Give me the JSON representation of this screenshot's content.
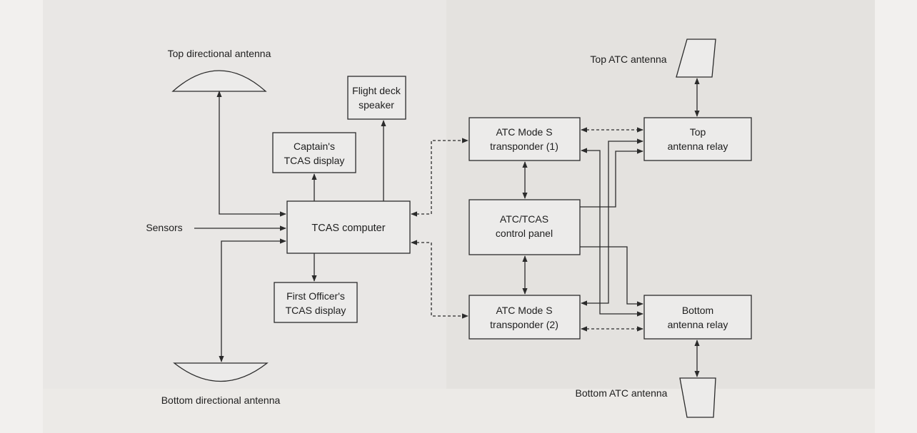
{
  "labels": {
    "top_directional_antenna": "Top directional antenna",
    "bottom_directional_antenna": "Bottom directional antenna",
    "sensors": "Sensors",
    "top_atc_antenna": "Top ATC antenna",
    "bottom_atc_antenna": "Bottom ATC antenna"
  },
  "boxes": {
    "flight_deck_speaker": [
      "Flight deck",
      "speaker"
    ],
    "captains_display": [
      "Captain's",
      "TCAS display"
    ],
    "tcas_computer": [
      "TCAS computer"
    ],
    "first_officers_display": [
      "First Officer's",
      "TCAS display"
    ],
    "transponder_1": [
      "ATC Mode S",
      "transponder (1)"
    ],
    "control_panel": [
      "ATC/TCAS",
      "control panel"
    ],
    "transponder_2": [
      "ATC Mode S",
      "transponder (2)"
    ],
    "top_relay": [
      "Top",
      "antenna relay"
    ],
    "bottom_relay": [
      "Bottom",
      "antenna relay"
    ]
  },
  "colors": {
    "line": "#2b2b2b",
    "box_fill": "#ecebea",
    "text": "#1e1e1e"
  }
}
